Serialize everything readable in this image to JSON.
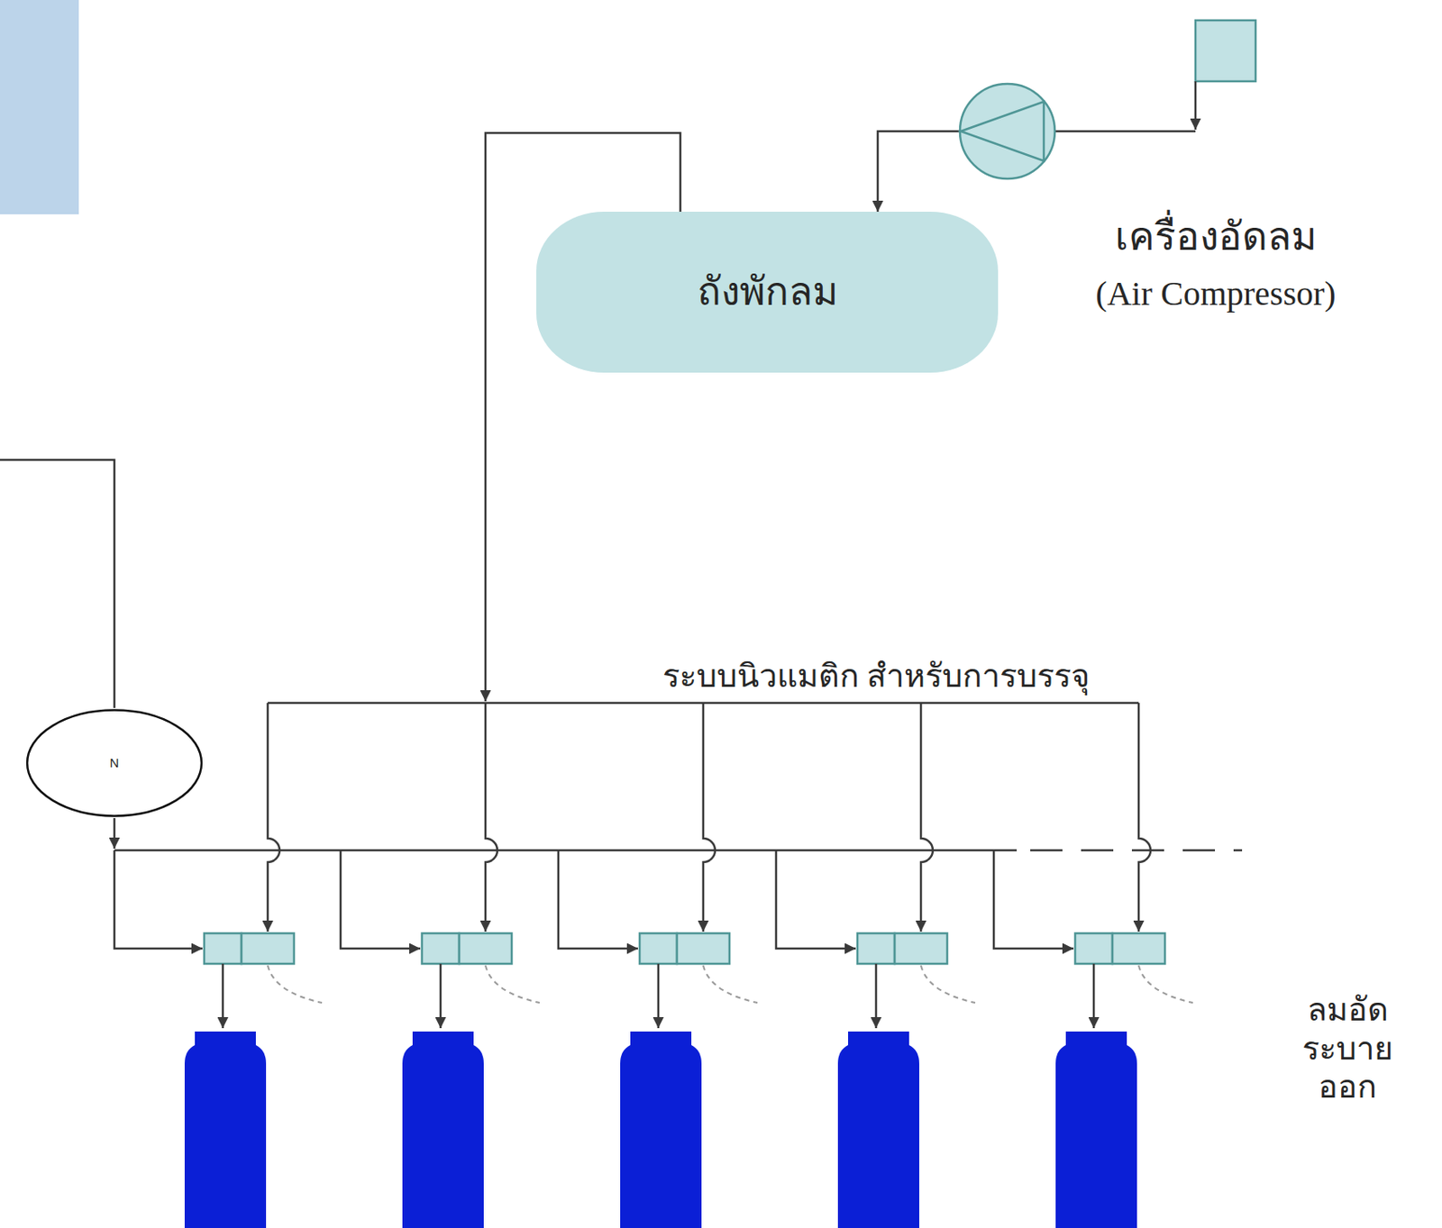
{
  "diagram": {
    "nodes": [
      {
        "text": [
          "เครื่องอัดลม",
          "(Air Compressor)"
        ]
      },
      {
        "text": [
          "ถังพักลม"
        ]
      },
      {
        "text": [
          "N"
        ]
      }
    ],
    "edges": [
      {
        "from": 0,
        "to": 1,
        "arrow": "to"
      }
    ],
    "labels": [
      "ระบบนิวแมติก สำหรับการบรรจุ",
      "ลมอัด ระบายออก"
    ]
  }
}
